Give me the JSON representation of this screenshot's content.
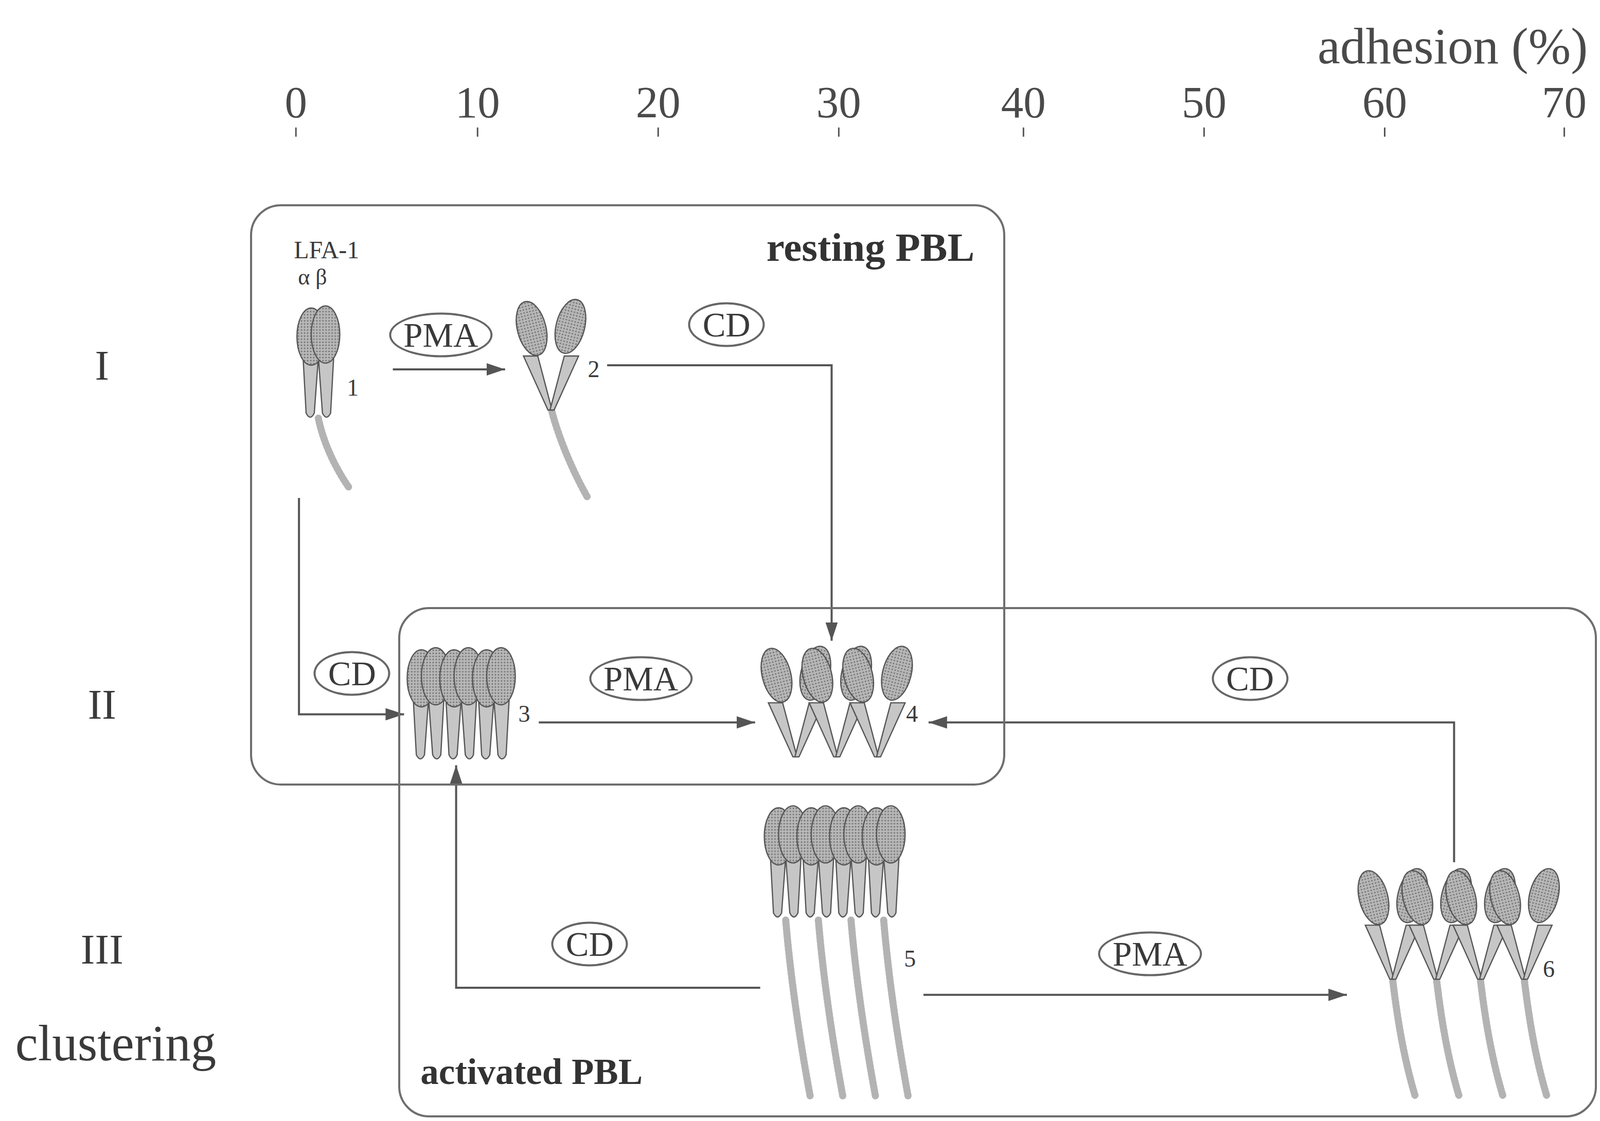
{
  "diagram": {
    "nodes": [
      {
        "text": [
          "resting PBL"
        ]
      },
      {
        "text": [
          "LFA-1",
          "α β",
          "1"
        ],
        "in": 0
      },
      {
        "text": [
          "2"
        ],
        "in": 0
      },
      {
        "text": [
          "3"
        ],
        "in": 0
      },
      {
        "text": [
          "4"
        ],
        "in": 0
      },
      {
        "text": [
          "activated PBL"
        ]
      },
      {
        "text": [
          "5"
        ],
        "in": 5
      },
      {
        "text": [
          "6"
        ],
        "in": 5
      }
    ],
    "edges": [
      {
        "from": 1,
        "to": 2,
        "arrow": "to",
        "label": "PMA"
      },
      {
        "from": 2,
        "to": 4,
        "arrow": "to",
        "label": "CD"
      },
      {
        "from": 1,
        "to": 3,
        "arrow": "to",
        "label": "CD"
      },
      {
        "from": 3,
        "to": 4,
        "arrow": "to",
        "label": "PMA"
      },
      {
        "from": 7,
        "to": 4,
        "arrow": "to",
        "label": "CD"
      },
      {
        "from": 6,
        "to": 3,
        "arrow": "to",
        "label": "CD"
      },
      {
        "from": 6,
        "to": 7,
        "arrow": "to",
        "label": "PMA"
      }
    ],
    "labels": [
      "adhesion (%)",
      "0",
      "10",
      "20",
      "30",
      "40",
      "50",
      "60",
      "70",
      "I",
      "II",
      "III",
      "clustering"
    ]
  }
}
